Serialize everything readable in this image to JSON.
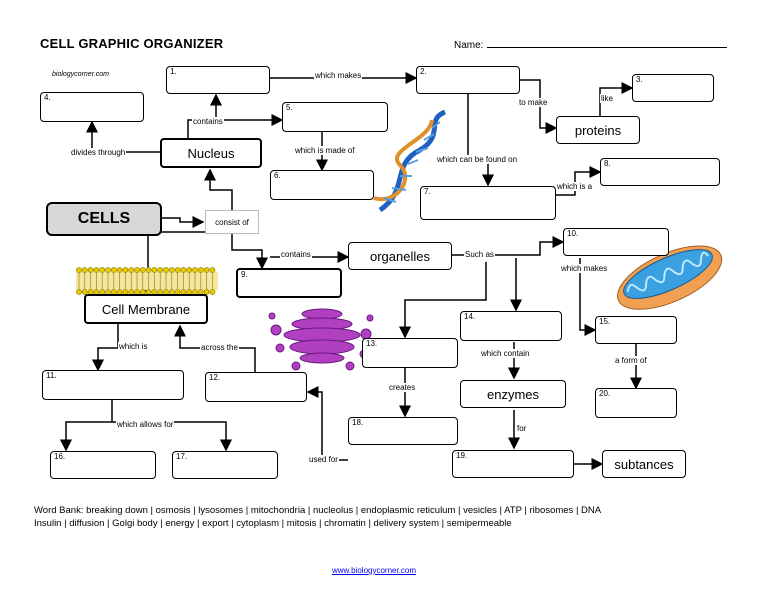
{
  "title": "CELL GRAPHIC ORGANIZER",
  "name_label": "Name:",
  "site": "biologycorner.com",
  "central": "CELLS",
  "consist_of": "consist of",
  "nodes": {
    "nucleus": "Nucleus",
    "cell_membrane": "Cell Membrane",
    "organelles": "organelles",
    "proteins": "proteins",
    "enzymes": "enzymes",
    "subtances": "subtances"
  },
  "boxes": [
    "1.",
    "2.",
    "3.",
    "4.",
    "5.",
    "6.",
    "7.",
    "8.",
    "9.",
    "10.",
    "11.",
    "12.",
    "13.",
    "14.",
    "15.",
    "16.",
    "17.",
    "18.",
    "19.",
    "20."
  ],
  "labels": {
    "which_makes_1": "which makes",
    "to_make": "to make",
    "like": "like",
    "contains_1": "contains",
    "which_is_made_of": "which is made of",
    "divides_through": "divides through",
    "which_can_be_found_on": "which can be found on",
    "which_is_a": "which is a",
    "contains_2": "contains",
    "such_as": "Such as",
    "which_makes_2": "which makes",
    "which_is": "which is",
    "across_the": "across the",
    "creates": "creates",
    "which_contain": "which contain",
    "a_form_of": "a form of",
    "which_allows_for": "which allows for",
    "for": "for",
    "used_for": "used for"
  },
  "word_bank": {
    "line1": "Word Bank:  breaking down  |  osmosis  |  lysosomes |  mitochondria  |  nucleolus |  endoplasmic reticulum | vesicles |  ATP  |  ribosomes | DNA",
    "line2": "Insulin  |  diffusion |  Golgi body  |  energy |  export  |   cytoplasm | mitosis | chromatin |  delivery system  | semipermeable"
  },
  "footer": "www.biologycorner.com",
  "colors": {
    "golgi": "#b040c0",
    "mito_outer": "#f0a050",
    "mito_inner": "#3aa0e0",
    "dna_blue": "#2060c0",
    "dna_orange": "#e0902a"
  }
}
